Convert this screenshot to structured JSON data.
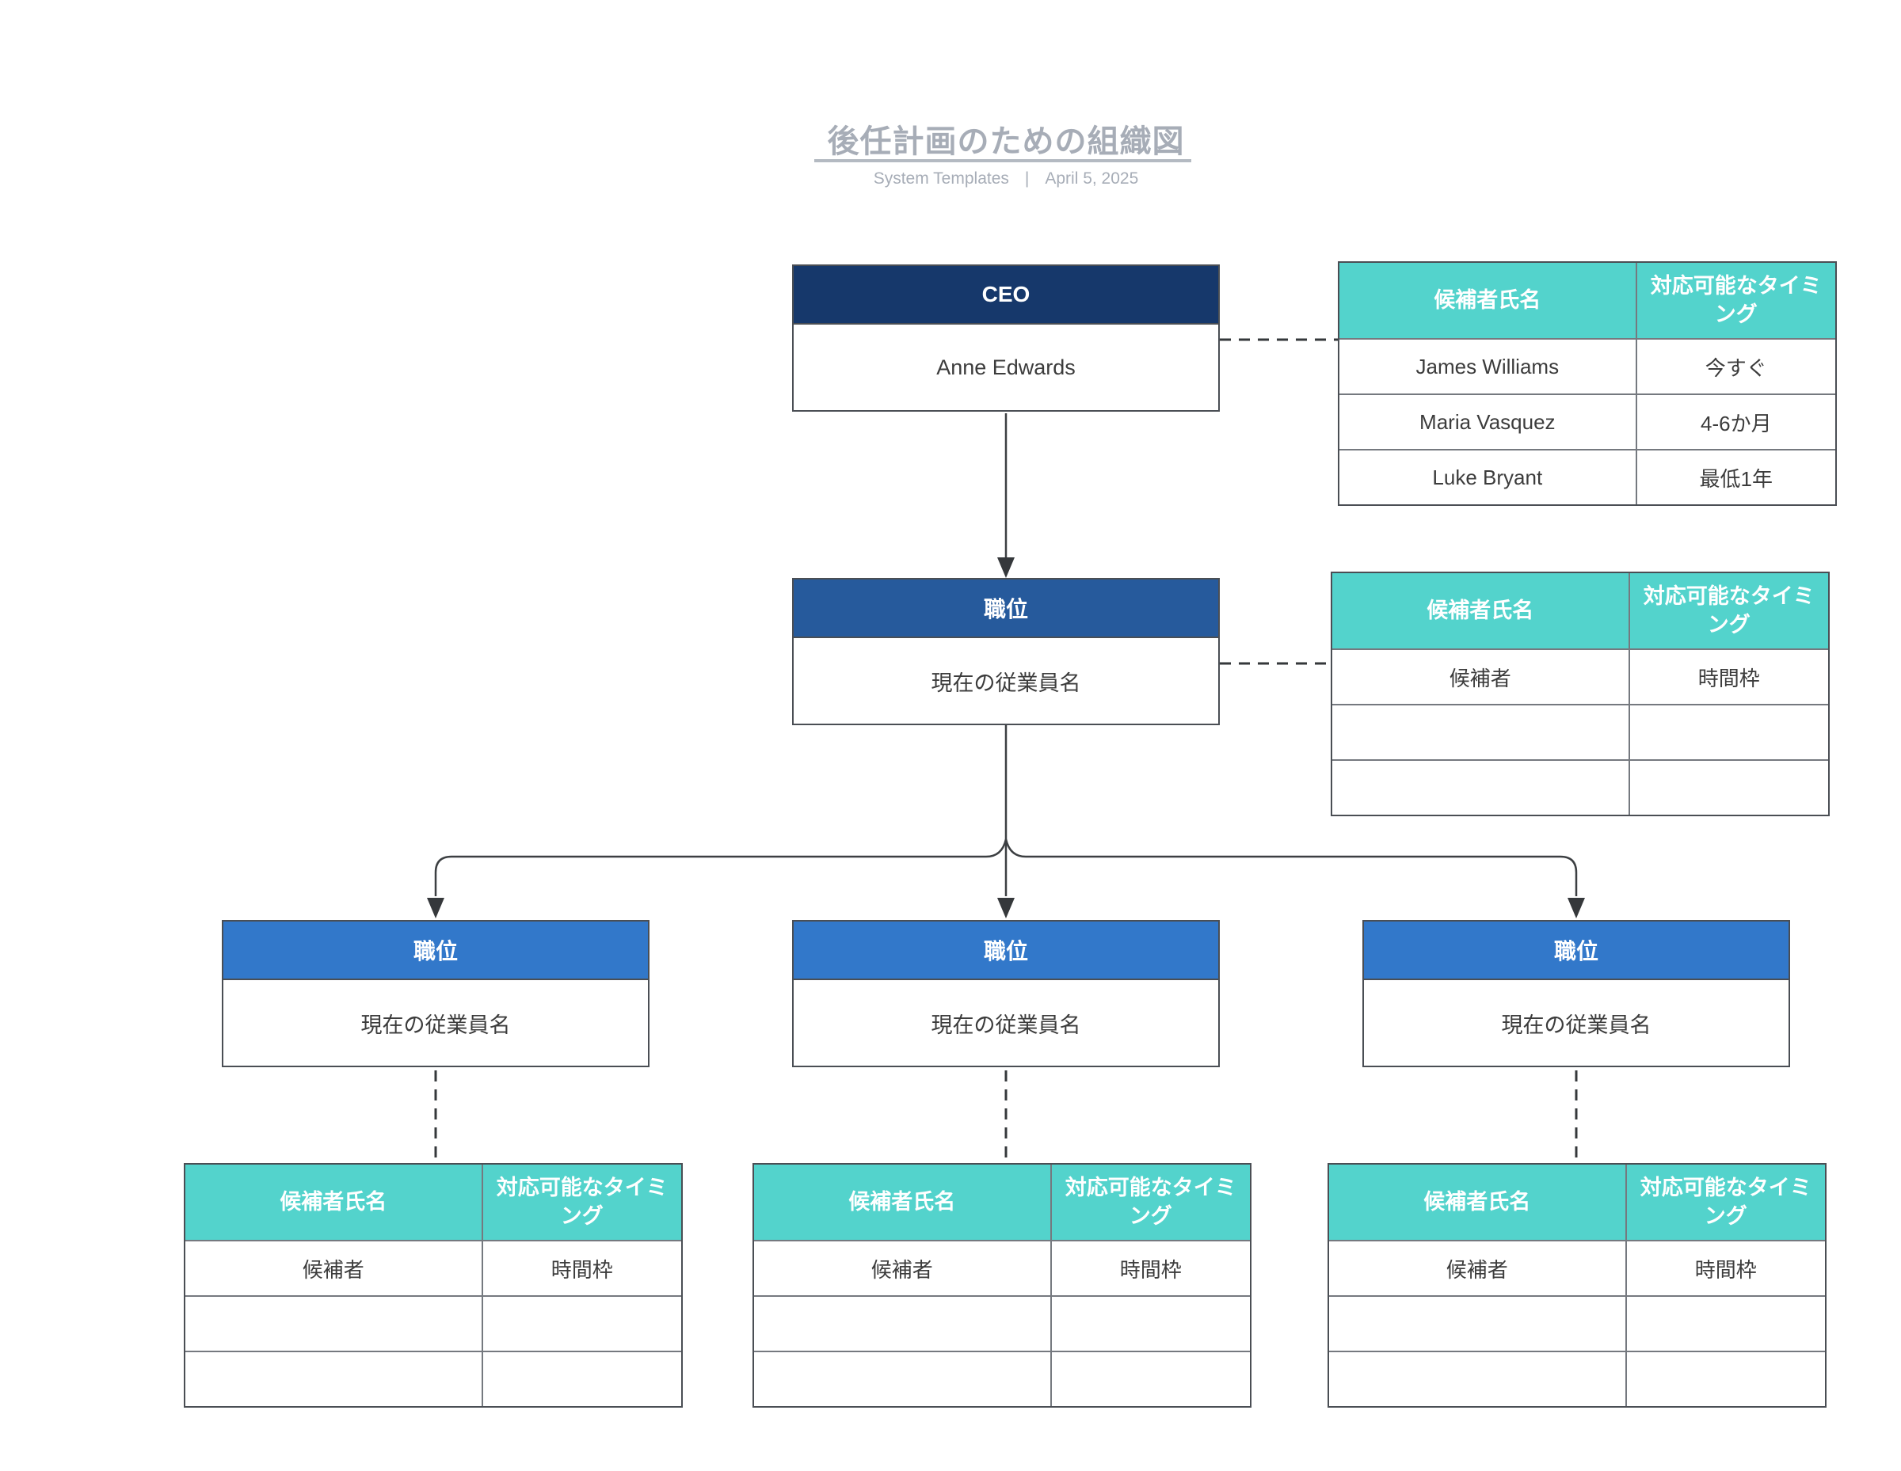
{
  "header": {
    "title": "後任計画のための組織図",
    "subtitle_left": "System Templates",
    "subtitle_divider": "|",
    "subtitle_right": "April 5, 2025"
  },
  "colors": {
    "navy": "#16386b",
    "blue-mid": "#265a9c",
    "blue-bright": "#3278ca",
    "teal": "#53d3cc",
    "line": "#3c3f42",
    "border-dark": "#4a4e54",
    "border-light": "#75797f",
    "title-gray": "#a7adb7",
    "text-dark": "#3c3c3c"
  },
  "nodes": {
    "ceo": {
      "title": "CEO",
      "name": "Anne Edwards"
    },
    "vp": {
      "title": "職位",
      "name": "現在の従業員名"
    },
    "left": {
      "title": "職位",
      "name": "現在の従業員名"
    },
    "center": {
      "title": "職位",
      "name": "現在の従業員名"
    },
    "right": {
      "title": "職位",
      "name": "現在の従業員名"
    }
  },
  "table_headers": {
    "candidate": "候補者氏名",
    "timing": "対応可能なタイミング"
  },
  "tables": {
    "ceo": {
      "rows": [
        [
          "James Williams",
          "今すぐ"
        ],
        [
          "Maria Vasquez",
          "4-6か月"
        ],
        [
          "Luke Bryant",
          "最低1年"
        ]
      ]
    },
    "vp": {
      "rows": [
        [
          "候補者",
          "時間枠"
        ],
        [
          "",
          ""
        ],
        [
          "",
          ""
        ]
      ]
    },
    "left": {
      "rows": [
        [
          "候補者",
          "時間枠"
        ],
        [
          "",
          ""
        ],
        [
          "",
          ""
        ]
      ]
    },
    "center": {
      "rows": [
        [
          "候補者",
          "時間枠"
        ],
        [
          "",
          ""
        ],
        [
          "",
          ""
        ]
      ]
    },
    "right": {
      "rows": [
        [
          "候補者",
          "時間枠"
        ],
        [
          "",
          ""
        ],
        [
          "",
          ""
        ]
      ]
    }
  }
}
